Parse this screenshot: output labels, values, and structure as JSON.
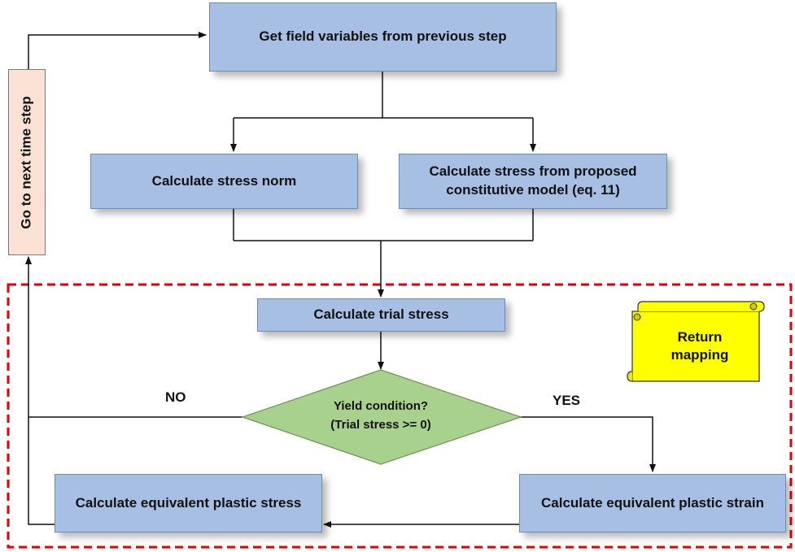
{
  "nodes": {
    "get_field": "Get field variables from previous step",
    "stress_norm": "Calculate stress norm",
    "stress_model": "Calculate stress from proposed constitutive model (eq. 11)",
    "trial_stress": "Calculate trial stress",
    "yield_line1": "Yield condition?",
    "yield_line2": "(Trial stress >= 0)",
    "eq_plastic_strain": "Calculate equivalent plastic strain",
    "eq_plastic_stress": "Calculate equivalent plastic stress",
    "next_step": "Go to next time step",
    "return_mapping": "Return mapping"
  },
  "labels": {
    "yes": "YES",
    "no": "NO"
  },
  "colors": {
    "process_fill": "#a7bfe3",
    "decision_fill": "#a9d18e",
    "next_step_fill": "#fbe2d5",
    "scroll_fill": "#ffff00",
    "region_border": "#e00000"
  }
}
